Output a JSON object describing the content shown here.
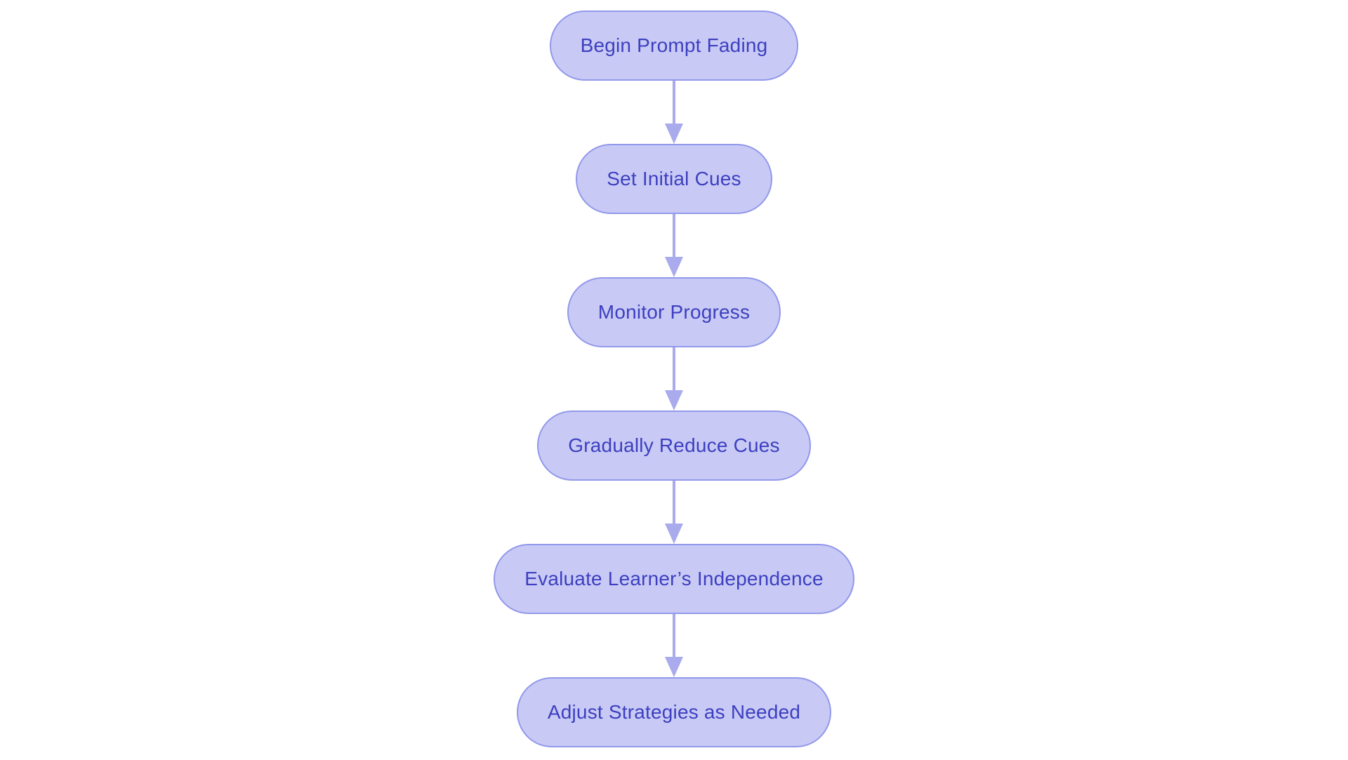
{
  "flowchart": {
    "type": "vertical-flowchart",
    "direction": "top-down",
    "nodes": [
      {
        "label": "Begin Prompt Fading"
      },
      {
        "label": "Set Initial Cues"
      },
      {
        "label": "Monitor Progress"
      },
      {
        "label": "Gradually Reduce Cues"
      },
      {
        "label": "Evaluate Learner’s Independence"
      },
      {
        "label": "Adjust Strategies as Needed"
      }
    ]
  },
  "colors": {
    "background": "#ffffff",
    "node_fill": "#c8caf5",
    "node_border": "#9298ea",
    "node_text": "#3d3fc0",
    "arrow": "#a9abec"
  }
}
